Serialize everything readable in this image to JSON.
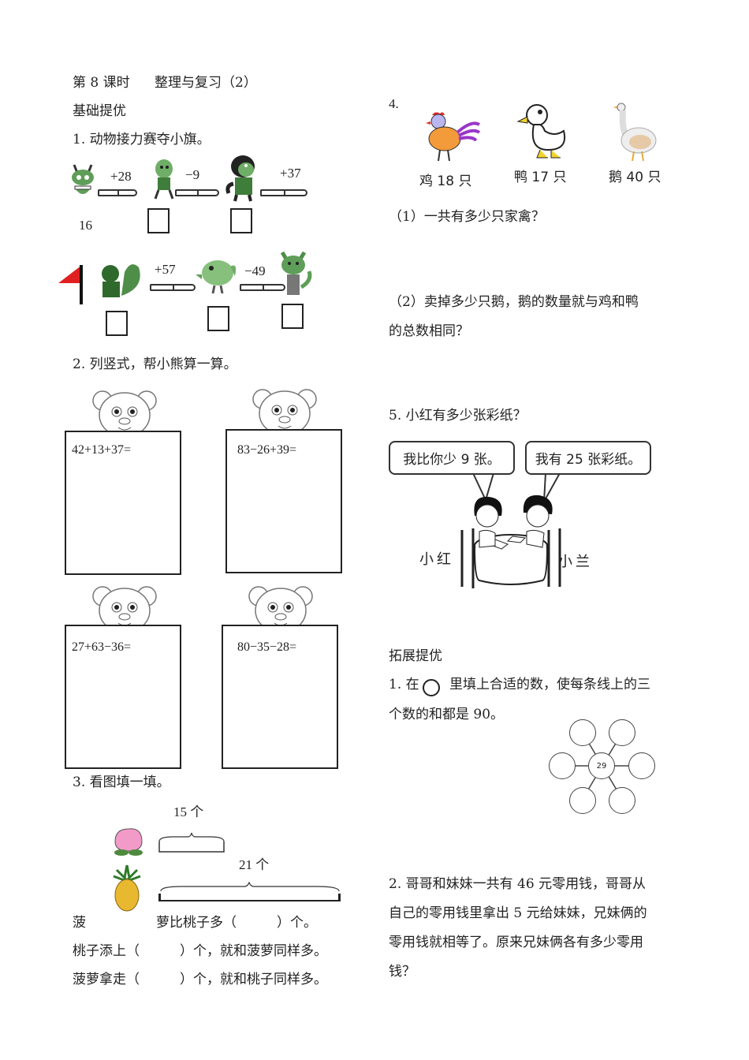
{
  "header": {
    "lesson": "第 8 课时",
    "title": "整理与复习（2）"
  },
  "section_basic": "基础提优",
  "q1": {
    "title": "1. 动物接力赛夺小旗。",
    "start_value": "16",
    "ops_row1": [
      "+28",
      "−9",
      "+37"
    ],
    "ops_row2": [
      "+57",
      "−49"
    ],
    "flag_color": "#e02020",
    "animal_color": "#5a9a52"
  },
  "q2": {
    "title": "2. 列竖式，帮小熊算一算。",
    "equations": [
      "42+13+37=",
      "83−26+39=",
      "27+63−36=",
      "80−35−28="
    ]
  },
  "q3": {
    "title": "3. 看图填一填。",
    "peach_count": "15 个",
    "pineapple_count": "21 个",
    "line1_a": "菠",
    "line1_b": "萝比桃子多（　　　）个。",
    "line2": "桃子添上（　　　）个，就和菠萝同样多。",
    "line3": "菠萝拿走（　　　）个，就和桃子同样多。"
  },
  "q4": {
    "number": "4.",
    "birds": [
      {
        "label": "鸡 18 只"
      },
      {
        "label": "鸭 17 只"
      },
      {
        "label": "鹅 40 只"
      }
    ],
    "sub1": "（1）一共有多少只家禽？",
    "sub2_line1": "（2）卖掉多少只鹅，鹅的数量就与鸡和鸭",
    "sub2_line2": "的总数相同？"
  },
  "q5": {
    "title": "5. 小红有多少张彩纸？",
    "bubble_left": "我比你少 9 张。",
    "bubble_right": "我有 25 张彩纸。",
    "name_left": "小红",
    "name_right": "小兰"
  },
  "section_extend": "拓展提优",
  "ext1": {
    "prefix": "1. 在",
    "suffix": "里填上合适的数，使每条线上的三",
    "line2": "个数的和都是 90。",
    "center_value": "29"
  },
  "ext2": {
    "line1": "2. 哥哥和妹妹一共有 46 元零用钱，哥哥从",
    "line2": "自己的零用钱里拿出 5 元给妹妹，兄妹俩的",
    "line3": "零用钱就相等了。原来兄妹俩各有多少零用",
    "line4": "钱？"
  }
}
